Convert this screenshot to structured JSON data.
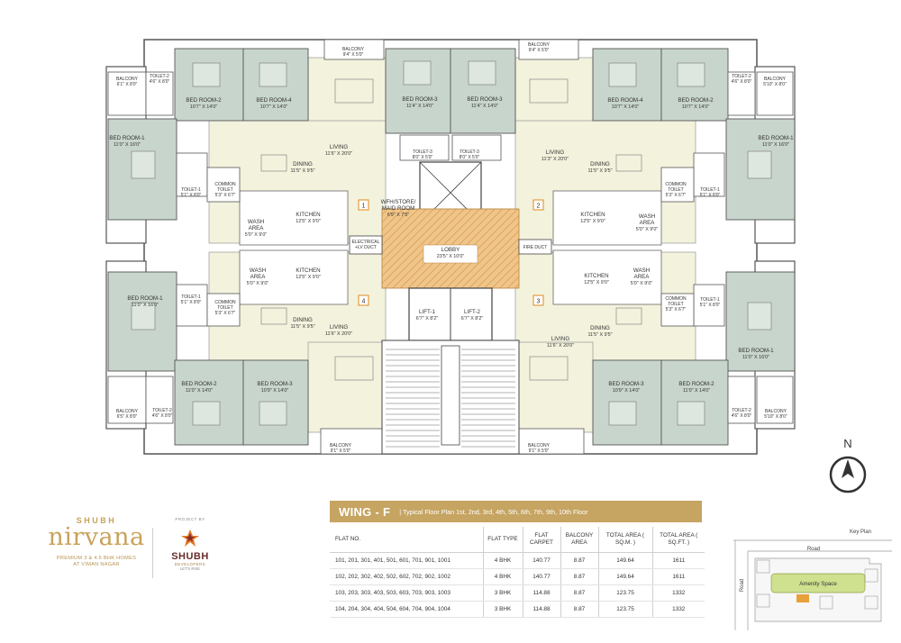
{
  "plan": {
    "rooms": [
      {
        "id": "bed2-tl",
        "label": "BED ROOM-2",
        "dim": "10'7\" X 14'0\""
      },
      {
        "id": "bed4-tl",
        "label": "BED ROOM-4",
        "dim": "10'7\" X 14'0\""
      },
      {
        "id": "bed3-tcl",
        "label": "BED ROOM-3",
        "dim": "11'4\" X 14'0\""
      },
      {
        "id": "bed3-tcr",
        "label": "BED ROOM-3",
        "dim": "11'4\" X 14'0\""
      },
      {
        "id": "bed4-tr",
        "label": "BED ROOM-4",
        "dim": "10'7\" X 14'0\""
      },
      {
        "id": "bed2-tr",
        "label": "BED ROOM-2",
        "dim": "10'7\" X 14'0\""
      },
      {
        "id": "bed1-ul",
        "label": "BED ROOM-1",
        "dim": "11'0\" X 16'0\""
      },
      {
        "id": "bed1-ur",
        "label": "BED ROOM-1",
        "dim": "11'0\" X 16'0\""
      },
      {
        "id": "bed1-ll",
        "label": "BED ROOM-1",
        "dim": "11'0\" X 16'0\""
      },
      {
        "id": "bed1-lr",
        "label": "BED ROOM-1",
        "dim": "11'0\" X 16'0\""
      },
      {
        "id": "bed2-bl",
        "label": "BED ROOM-2",
        "dim": "11'0\" X 14'0\""
      },
      {
        "id": "bed3-bl",
        "label": "BED ROOM-3",
        "dim": "10'9\" X 14'0\""
      },
      {
        "id": "bed3-br",
        "label": "BED ROOM-3",
        "dim": "10'9\" X 14'0\""
      },
      {
        "id": "bed2-br",
        "label": "BED ROOM-2",
        "dim": "11'0\" X 14'0\""
      },
      {
        "id": "liv-1",
        "label": "LIVING",
        "dim": "11'6\" X 20'0\""
      },
      {
        "id": "liv-2",
        "label": "LIVING",
        "dim": "11'3\" X 20'0\""
      },
      {
        "id": "liv-4",
        "label": "LIVING",
        "dim": "11'6\" X 20'0\""
      },
      {
        "id": "liv-3",
        "label": "LIVING",
        "dim": "11'6\" X 20'0\""
      },
      {
        "id": "din-1",
        "label": "DINING",
        "dim": "11'5\" X 9'5\""
      },
      {
        "id": "din-2",
        "label": "DINING",
        "dim": "11'5\" X 9'5\""
      },
      {
        "id": "din-4",
        "label": "DINING",
        "dim": "11'5\" X 9'5\""
      },
      {
        "id": "din-3",
        "label": "DINING",
        "dim": "11'5\" X 9'5\""
      },
      {
        "id": "kit-1",
        "label": "KITCHEN",
        "dim": "12'5\" X 9'0\""
      },
      {
        "id": "kit-2",
        "label": "KITCHEN",
        "dim": "12'5\" X 9'0\""
      },
      {
        "id": "kit-4",
        "label": "KITCHEN",
        "dim": "12'5\" X 9'0\""
      },
      {
        "id": "kit-3",
        "label": "KITCHEN",
        "dim": "12'5\" X 9'0\""
      },
      {
        "id": "wash-1",
        "label": "WASH AREA",
        "dim": "5'0\" X 9'0\""
      },
      {
        "id": "wash-2",
        "label": "WASH AREA",
        "dim": "5'0\" X 9'0\""
      },
      {
        "id": "wash-4",
        "label": "WASH AREA",
        "dim": "5'0\" X 9'0\""
      },
      {
        "id": "wash-3",
        "label": "WASH AREA",
        "dim": "5'0\" X 9'0\""
      },
      {
        "id": "lobby",
        "label": "LOBBY",
        "dim": "23'5\" X 10'0\""
      },
      {
        "id": "lift1",
        "label": "LIFT-1",
        "dim": "6'7\" X 8'2\""
      },
      {
        "id": "lift2",
        "label": "LIFT-2",
        "dim": "6'7\" X 8'2\""
      },
      {
        "id": "wfh",
        "label": "WFH/STORE/ MAID ROOM",
        "dim": "6'9\" X 7'5\""
      }
    ],
    "small": [
      {
        "id": "bal-tl",
        "label": "BALCONY",
        "dim": "6'1\" X 8'0\""
      },
      {
        "id": "bal-tr",
        "label": "BALCONY",
        "dim": "5'10\" X 8'0\""
      },
      {
        "id": "bal-tcl",
        "label": "BALCONY",
        "dim": "9'4\" X 5'0\""
      },
      {
        "id": "bal-tcr",
        "label": "BALCONY",
        "dim": "9'4\" X 5'0\""
      },
      {
        "id": "bal-bl",
        "label": "BALCONY",
        "dim": "6'5\" X 8'0\""
      },
      {
        "id": "bal-br",
        "label": "BALCONY",
        "dim": "5'10\" X 8'0\""
      },
      {
        "id": "bal-bcl",
        "label": "BALCONY",
        "dim": "9'1\" X 5'0\""
      },
      {
        "id": "bal-bcr",
        "label": "BALCONY",
        "dim": "9'1\" X 5'0\""
      },
      {
        "id": "t2-tl",
        "label": "TOILET-2",
        "dim": "4'6\" X 8'0\""
      },
      {
        "id": "t2-tr",
        "label": "TOILET-2",
        "dim": "4'6\" X 8'0\""
      },
      {
        "id": "t2-bl",
        "label": "TOILET-2",
        "dim": "4'6\" X 8'0\""
      },
      {
        "id": "t2-br",
        "label": "TOILET-2",
        "dim": "4'6\" X 8'0\""
      },
      {
        "id": "t1-ul",
        "label": "TOILET-1",
        "dim": "5'1\" X 8'0\""
      },
      {
        "id": "t1-ur",
        "label": "TOILET-1",
        "dim": "5'1\" X 8'0\""
      },
      {
        "id": "t1-ll",
        "label": "TOILET-1",
        "dim": "5'1\" X 8'0\""
      },
      {
        "id": "t1-lr",
        "label": "TOILET-1",
        "dim": "5'1\" X 8'0\""
      },
      {
        "id": "ct-ul",
        "label": "COMMON TOILET",
        "dim": "5'3\" X 6'7\""
      },
      {
        "id": "ct-ur",
        "label": "COMMON TOILET",
        "dim": "5'3\" X 6'7\""
      },
      {
        "id": "ct-ll",
        "label": "COMMON TOILET",
        "dim": "5'3\" X 6'7\""
      },
      {
        "id": "ct-lr",
        "label": "COMMON TOILET",
        "dim": "5'3\" X 6'7\""
      },
      {
        "id": "t3-l",
        "label": "TOILET-3",
        "dim": "8'0\" X 5'0\""
      },
      {
        "id": "t3-r",
        "label": "TOILET-3",
        "dim": "8'0\" X 5'0\""
      },
      {
        "id": "elec",
        "label": "ELECTRICAL +LV DUCT",
        "dim": ""
      },
      {
        "id": "fire",
        "label": "FIRE DUCT",
        "dim": ""
      }
    ],
    "flat_numbers": [
      "1",
      "2",
      "4",
      "3"
    ],
    "north": "N"
  },
  "branding": {
    "brand_top": "SHUBH",
    "brand_name": "nirvana",
    "tagline_1": "PREMIUM 3 & 4.5 BHK HOMES",
    "tagline_2": "AT VIMAN NAGAR",
    "project_by": "PROJECT BY",
    "developer": "SHUBH",
    "developer_sub": "DEVELOPERS",
    "developer_tagline": "LET'S RISE"
  },
  "wing": {
    "title": "WING - F",
    "subtitle": "| Typical Floor Plan 1st, 2nd, 3rd, 4th, 5th, 6th, 7th, 9th, 10th Floor"
  },
  "table": {
    "headers": [
      "FLAT NO.",
      "FLAT TYPE",
      "FLAT CARPET",
      "BALCONY AREA",
      "TOTAL AREA ( SQ.M. )",
      "TOTAL AREA ( SQ.FT. )"
    ],
    "rows": [
      [
        "101, 201, 301, 401, 501, 601, 701, 901, 1001",
        "4 BHK",
        "140.77",
        "8.87",
        "149.64",
        "1611"
      ],
      [
        "102, 202, 302, 402, 502, 602, 702, 902, 1002",
        "4 BHK",
        "140.77",
        "8.87",
        "149.64",
        "1611"
      ],
      [
        "103, 203, 303, 403, 503, 603, 703, 903, 1003",
        "3 BHK",
        "114.88",
        "8.87",
        "123.75",
        "1332"
      ],
      [
        "104, 204, 304, 404, 504, 604, 704, 904, 1004",
        "3 BHK",
        "114.88",
        "8.87",
        "123.75",
        "1332"
      ]
    ]
  },
  "key_plan": {
    "title": "Key Plan",
    "road_h": "Road",
    "road_v": "Road",
    "amenity": "Amenity Space"
  },
  "colors": {
    "bedroom": "#c8d5cc",
    "living": "#f3f2dd",
    "lobby": "#e8b877",
    "wall": "#4a4a4a",
    "accent": "#c6a461"
  }
}
